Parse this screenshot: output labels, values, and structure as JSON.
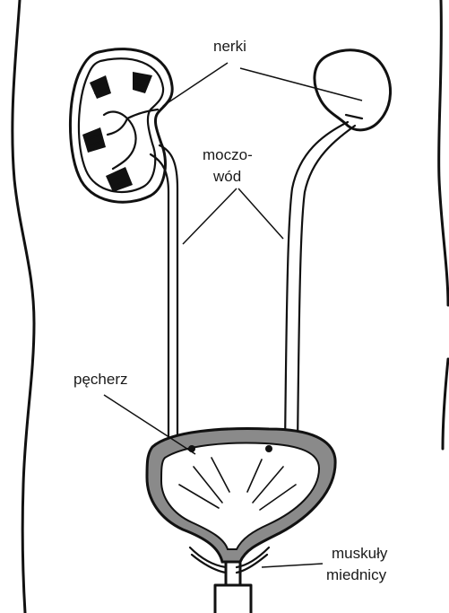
{
  "labels": {
    "kidneys": "nerki",
    "ureter_line1": "moczo-",
    "ureter_line2": "wód",
    "bladder": "pęcherz",
    "pelvic_muscles_line1": "muskuły",
    "pelvic_muscles_line2": "miednicy"
  },
  "colors": {
    "ink": "#111111",
    "bladder_wall": "#8a8a8a",
    "background": "#ffffff"
  }
}
